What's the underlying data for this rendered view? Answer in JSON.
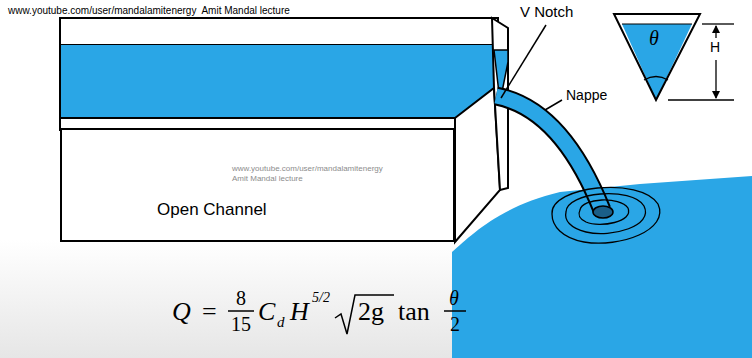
{
  "diagram": {
    "nodes": [
      {
        "text": [
          "Open Channel"
        ]
      }
    ],
    "labels": [
      "www.youtube.com/user/mandalamitenergy  Amit Mandal lecture",
      "V Notch",
      "Nappe",
      "θ",
      "H",
      "www.youtube.com/user/mandalamitenergy",
      "Amit Mandal lecture",
      "Q",
      "=",
      "8",
      "15",
      "C",
      "d",
      "H",
      "5/2",
      "2g",
      "tan",
      "θ",
      "2"
    ]
  }
}
